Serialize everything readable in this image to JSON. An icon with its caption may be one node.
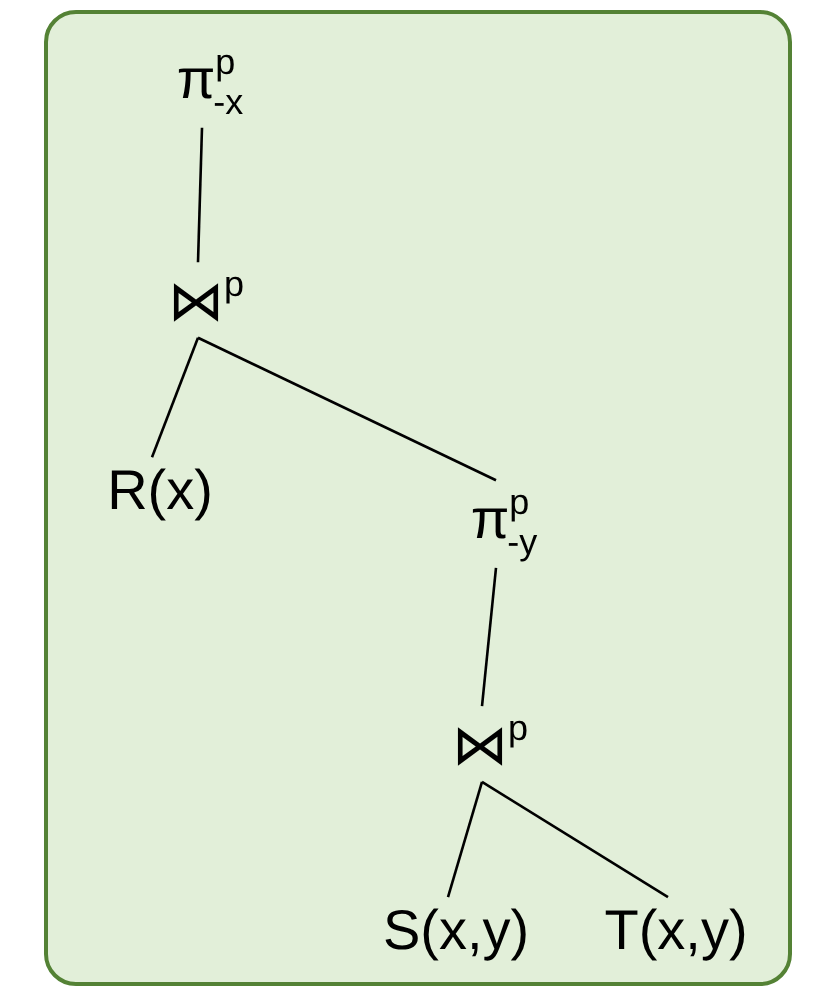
{
  "diagram": {
    "nodes": [
      {
        "text": [
          "π$^{p}$$_{-x}$"
        ]
      },
      {
        "text": [
          "⋈$^{p}$"
        ]
      },
      {
        "text": [
          "R(x)"
        ]
      },
      {
        "text": [
          "π$^{p}$$_{-y}$"
        ]
      },
      {
        "text": [
          "⋈$^{p}$"
        ]
      },
      {
        "text": [
          "S(x,y)"
        ]
      },
      {
        "text": [
          "T(x,y)"
        ]
      }
    ],
    "edges": [
      {
        "from": 0,
        "to": 1,
        "arrow": "none"
      },
      {
        "from": 1,
        "to": 2,
        "arrow": "none"
      },
      {
        "from": 1,
        "to": 3,
        "arrow": "none"
      },
      {
        "from": 3,
        "to": 4,
        "arrow": "none"
      },
      {
        "from": 4,
        "to": 5,
        "arrow": "none"
      },
      {
        "from": 4,
        "to": 6,
        "arrow": "none"
      }
    ]
  }
}
